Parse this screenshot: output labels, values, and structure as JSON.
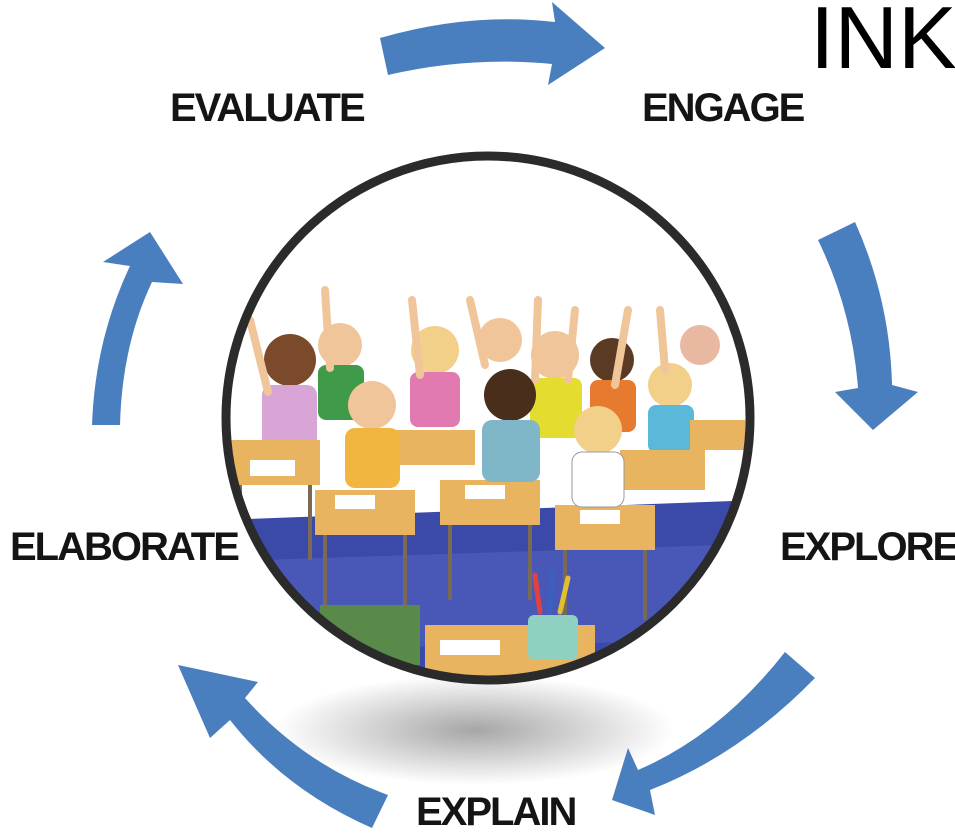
{
  "cycle": {
    "stages": [
      {
        "label": "ENGAGE"
      },
      {
        "label": "EXPLORE"
      },
      {
        "label": "EXPLAIN"
      },
      {
        "label": "ELABORATE"
      },
      {
        "label": "EVALUATE"
      }
    ]
  },
  "corner_text": "INK",
  "center_image": {
    "description_icon": "classroom-illustration"
  },
  "colors": {
    "arrow": "#4a7fbf",
    "label": "#141414",
    "circle_border": "#2b2b2b",
    "floor": "#3b4aa8",
    "desk": "#e8b45f"
  }
}
